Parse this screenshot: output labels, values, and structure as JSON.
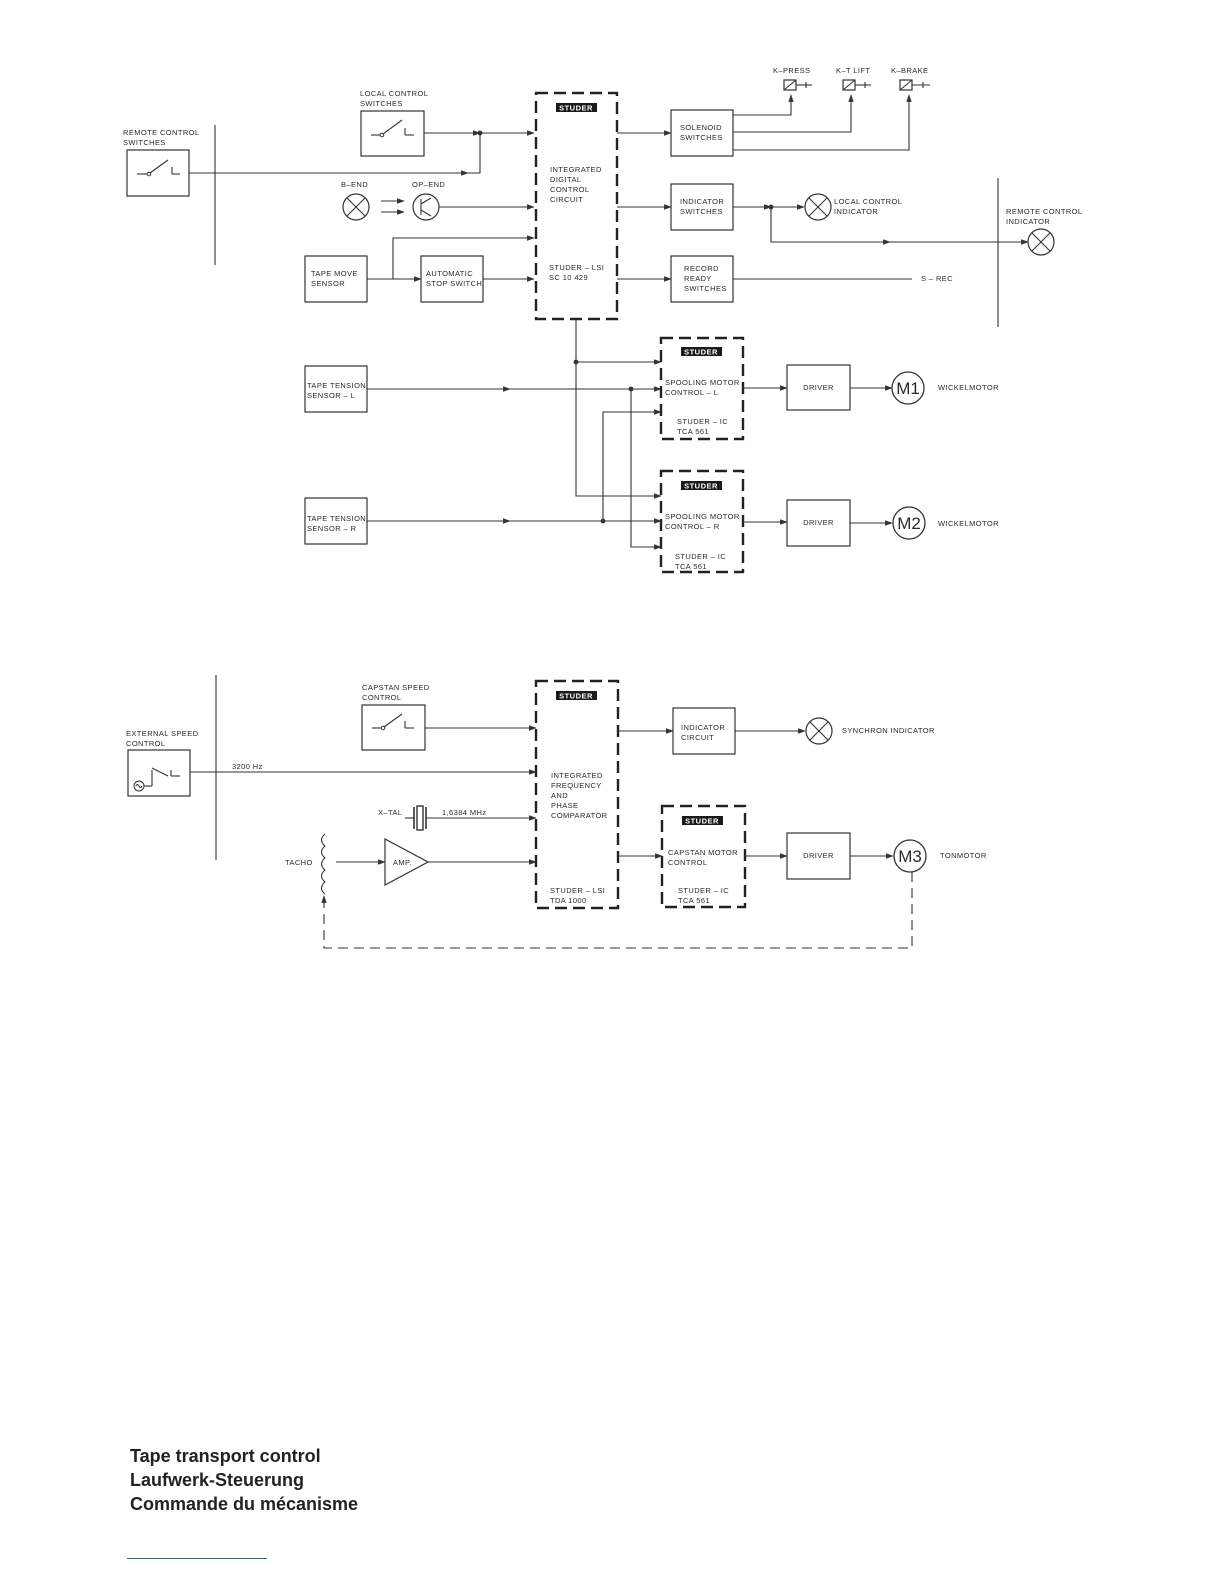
{
  "top_diagram": {
    "remote_control_switches": [
      "REMOTE CONTROL",
      "SWITCHES"
    ],
    "local_control_switches": [
      "LOCAL CONTROL",
      "SWITCHES"
    ],
    "b_end": "B–END",
    "op_end": "OP–END",
    "tape_move_sensor": [
      "TAPE MOVE",
      "SENSOR"
    ],
    "automatic_stop_switch": [
      "AUTOMATIC",
      "STOP SWITCH"
    ],
    "studer_badge": "STUDER",
    "integrated_digital_control_circuit": [
      "INTEGRATED",
      "DIGITAL",
      "CONTROL",
      "CIRCUIT"
    ],
    "studer_lsi_ref": [
      "STUDER – LSI",
      "SC 10 429"
    ],
    "solenoid_switches": [
      "SOLENOID",
      "SWITCHES"
    ],
    "k_press": "K–PRESS",
    "k_t_lift": "K–T LIFT",
    "k_brake": "K–BRAKE",
    "indicator_switches": [
      "INDICATOR",
      "SWITCHES"
    ],
    "local_control_indicator": [
      "LOCAL CONTROL",
      "INDICATOR"
    ],
    "remote_control_indicator": [
      "REMOTE CONTROL",
      "INDICATOR"
    ],
    "record_ready_switches": [
      "RECORD",
      "READY",
      "SWITCHES"
    ],
    "s_rec": "S – REC",
    "tape_tension_sensor_l": [
      "TAPE TENSION",
      "SENSOR – L"
    ],
    "tape_tension_sensor_r": [
      "TAPE TENSION",
      "SENSOR – R"
    ],
    "spooling_motor_control_l": [
      "SPOOLING MOTOR",
      "CONTROL – L"
    ],
    "spooling_motor_control_r": [
      "SPOOLING MOTOR",
      "CONTROL – R"
    ],
    "studer_ic_ref": [
      "STUDER – IC",
      "TCA 561"
    ],
    "driver": "DRIVER",
    "motor_m1": "M1",
    "motor_m2": "M2",
    "wickelmotor": "WICKELMOTOR"
  },
  "bottom_diagram": {
    "capstan_speed_control": [
      "CAPSTAN SPEED",
      "CONTROL"
    ],
    "external_speed_control": [
      "EXTERNAL SPEED",
      "CONTROL"
    ],
    "frequency_3200": "3200 Hz",
    "x_tal": "X–TAL",
    "crystal_frequency": "1,6384 MHz",
    "tacho": "TACHO",
    "amp": "AMP.",
    "studer_badge": "STUDER",
    "integrated_frequency_phase_comparator": [
      "INTEGRATED",
      "FREQUENCY",
      "AND",
      "PHASE",
      "COMPARATOR"
    ],
    "studer_lsi_ref": [
      "STUDER – LSI",
      "TDA   1000"
    ],
    "indicator_circuit": [
      "INDICATOR",
      "CIRCUIT"
    ],
    "synchron_indicator": "SYNCHRON INDICATOR",
    "capstan_motor_control": [
      "CAPSTAN MOTOR",
      "CONTROL"
    ],
    "studer_ic_ref": [
      "STUDER – IC",
      "TCA 561"
    ],
    "driver": "DRIVER",
    "motor_m3": "M3",
    "tonmotor": "TONMOTOR"
  },
  "caption": {
    "english": "Tape transport control",
    "german": "Laufwerk-Steuerung",
    "french": "Commande du mécanisme"
  }
}
